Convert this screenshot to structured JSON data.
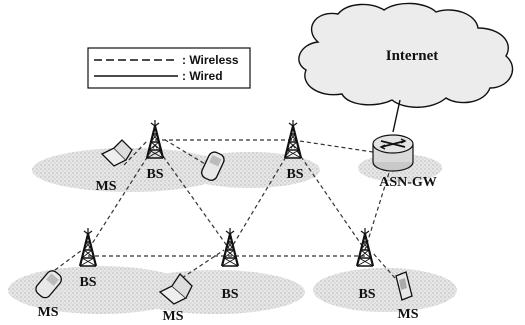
{
  "legend": {
    "wireless_label": ": Wireless",
    "wired_label": ": Wired"
  },
  "cloud": {
    "label": "Internet"
  },
  "gateway": {
    "label": "ASN-GW"
  },
  "nodes": {
    "bs_label": "BS",
    "ms_label": "MS"
  },
  "colors": {
    "ink": "#111111",
    "shadow": "#cfcfcf",
    "cloud_fill": "#ececec",
    "router_fill": "#d9d9d9"
  }
}
